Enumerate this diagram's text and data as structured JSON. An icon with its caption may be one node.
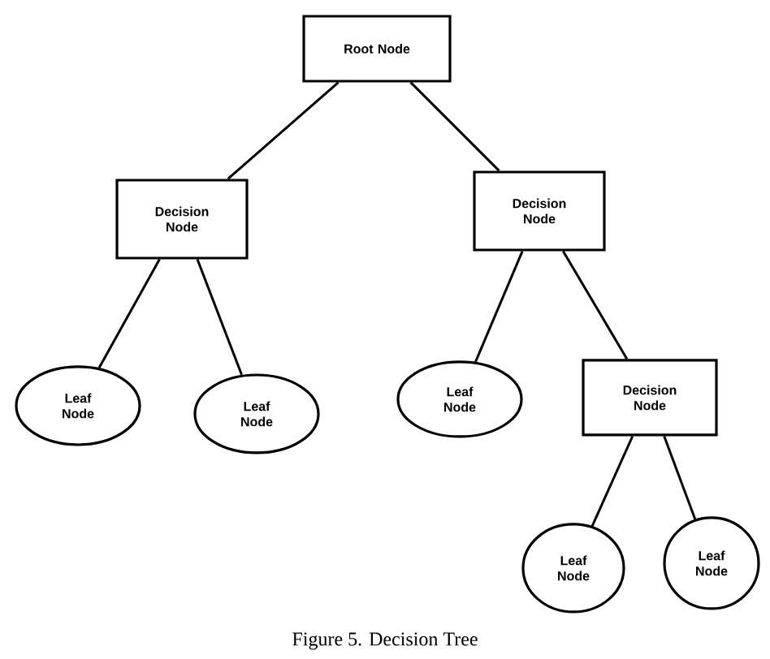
{
  "diagram": {
    "caption": "Figure 5. Decision Tree",
    "nodes": [
      {
        "text": [
          "Root Node"
        ]
      },
      {
        "text": [
          "Decision Node"
        ]
      },
      {
        "text": [
          "Decision Node"
        ]
      },
      {
        "text": [
          "Leaf Node"
        ]
      },
      {
        "text": [
          "Leaf Node"
        ]
      },
      {
        "text": [
          "Leaf Node"
        ]
      },
      {
        "text": [
          "Decision Node"
        ]
      },
      {
        "text": [
          "Leaf Node"
        ]
      },
      {
        "text": [
          "Leaf Node"
        ]
      }
    ],
    "edges": [
      {
        "from": 0,
        "to": 1,
        "arrow": "none"
      },
      {
        "from": 0,
        "to": 2,
        "arrow": "none"
      },
      {
        "from": 1,
        "to": 3,
        "arrow": "none"
      },
      {
        "from": 1,
        "to": 4,
        "arrow": "none"
      },
      {
        "from": 2,
        "to": 5,
        "arrow": "none"
      },
      {
        "from": 2,
        "to": 6,
        "arrow": "none"
      },
      {
        "from": 6,
        "to": 7,
        "arrow": "none"
      },
      {
        "from": 6,
        "to": 8,
        "arrow": "none"
      }
    ]
  }
}
